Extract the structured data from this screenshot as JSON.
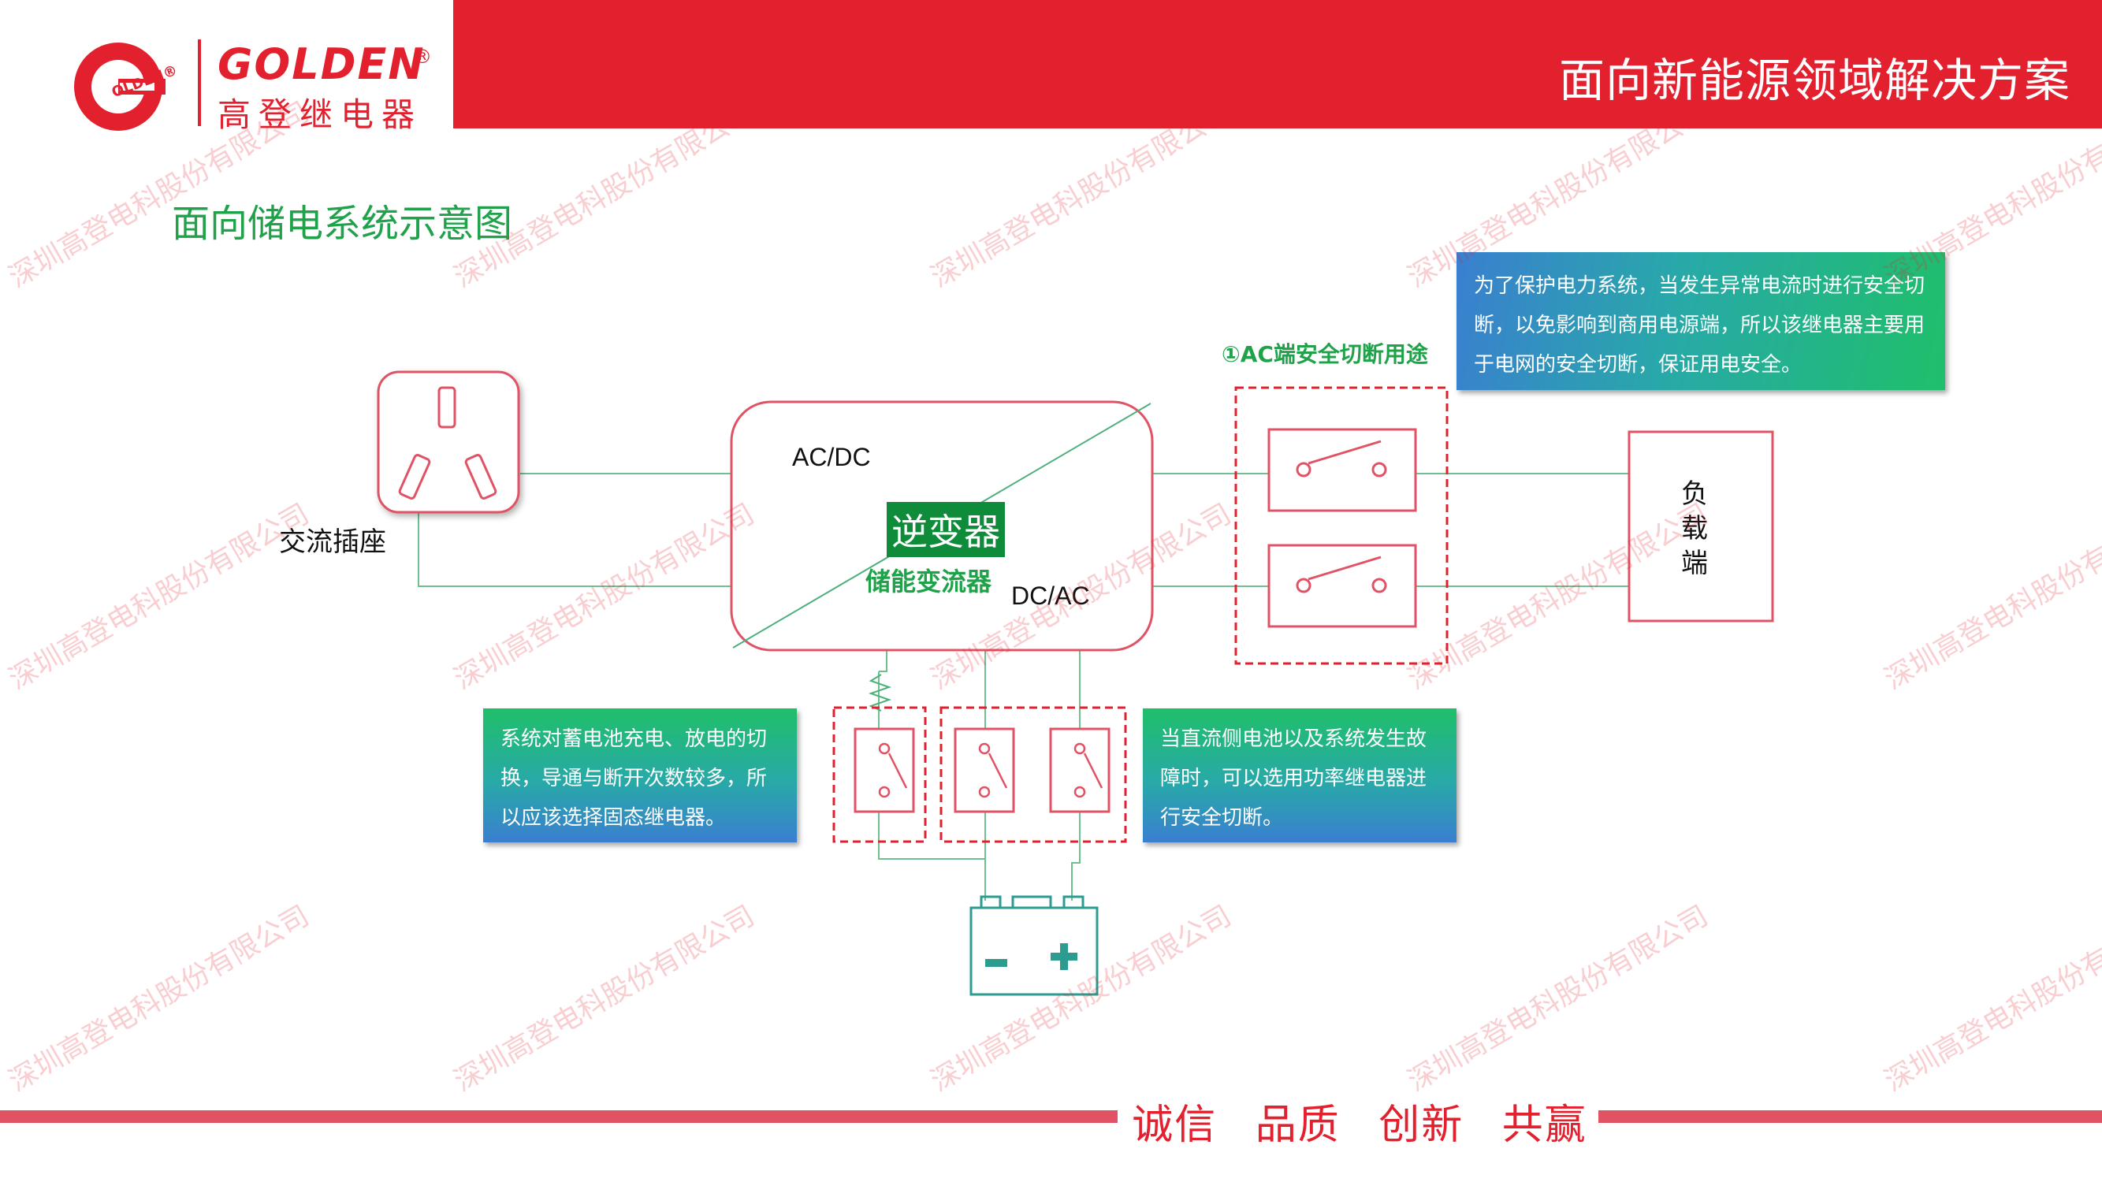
{
  "header": {
    "title": "面向新能源领域解决方案",
    "logo_en": "GOLDEN",
    "logo_reg": "®",
    "logo_cn": "高登继电器",
    "logo_ring_text": "OLDEN®"
  },
  "page_title": "面向储电系统示意图",
  "diagram": {
    "socket_label": "交流插座",
    "acdc_label": "AC/DC",
    "dcac_label": "DC/AC",
    "inverter_label": "逆变器",
    "pcs_label": "储能变流器",
    "load_label": "负载端",
    "ac_use_label": "①AC端安全切断用途"
  },
  "notes": {
    "ac": "为了保护电力系统，当发生异常电流时进行安全切断，以免影响到商用电源端，所以该继电器主要用于电网的安全切断，保证用电安全。",
    "ssr": "系统对蓄电池充电、放电的切换，导通与断开次数较多，所以应该选择固态继电器。",
    "dc": "当直流侧电池以及系统发生故障时，可以选用功率继电器进行安全切断。"
  },
  "footer": {
    "slogan": "诚信 品质 创新 共赢"
  },
  "watermark": {
    "text": "深圳高登电科股份有限公司"
  },
  "colors": {
    "brand_red": "#e3202e",
    "title_green": "#1fa24a",
    "diagram_line_green": "#4caf7d",
    "component_pink": "#e05264",
    "battery_teal": "#2b9c8f"
  }
}
